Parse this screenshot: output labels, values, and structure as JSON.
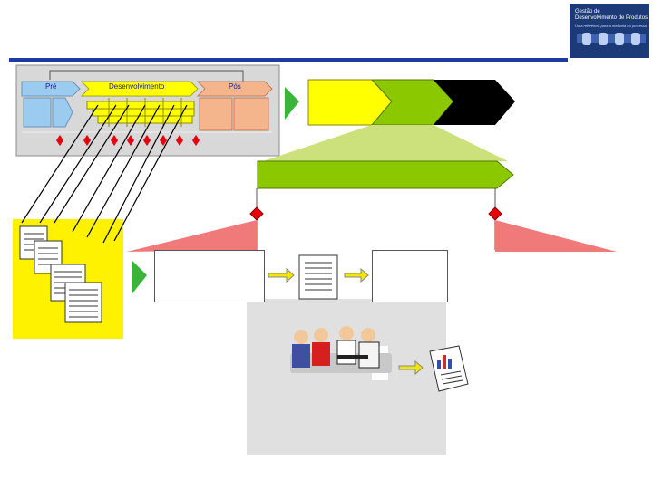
{
  "logo": {
    "title": "Gestão de\nDesenvolvimento de Produtos",
    "subtitle": "Uma referência para a melhoria do processo"
  },
  "phases": {
    "pre": "Pré",
    "dev": "Desenvolvimento",
    "pos": "Pós"
  },
  "colors": {
    "accent_blue": "#1d3aa0",
    "phase_pre": "#9ccbf0",
    "phase_dev": "#ffff00",
    "phase_pos": "#f4b48c",
    "green": "#8cc800",
    "red_gate": "#e8000d",
    "doc_panel": "#fff200"
  },
  "icons": [
    "gear-logo-icon",
    "arrow-right-icon",
    "diamond-gate-icon",
    "document-icon",
    "meeting-people-icon",
    "chart-report-icon"
  ]
}
